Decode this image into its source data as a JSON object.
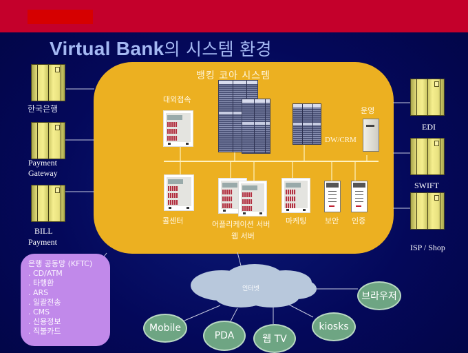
{
  "header": {
    "title_en": "Virtual  Bank",
    "title_ko": "의 시스템 환경"
  },
  "core_system": {
    "title": "뱅킹 코아 시스템",
    "labels": {
      "external_access": "대외접속",
      "operation": "운영",
      "dw_crm": "DW/CRM",
      "call_center": "콜센터",
      "app_server": "어플리케이션 서버",
      "web_server": "웹 서버",
      "marketing": "마케팅",
      "security": "보안",
      "auth": "인증"
    }
  },
  "left_nodes": [
    {
      "label": "한국은행"
    },
    {
      "label_line1": "Payment",
      "label_line2": "Gateway"
    },
    {
      "label_line1": "BILL",
      "label_line2": "Payment"
    }
  ],
  "right_nodes": [
    {
      "label": "EDI"
    },
    {
      "label": "SWIFT"
    },
    {
      "label": "ISP / Shop"
    }
  ],
  "kftc": {
    "title": "은행 공동망 (KFTC)",
    "items": [
      ". CD/ATM",
      ". 타행환",
      ". ARS",
      ". 일괄전송",
      ". CMS",
      ". 신용정보",
      ". 직불카드"
    ]
  },
  "internet": {
    "label": "인터넷",
    "clients": [
      "Mobile",
      "PDA",
      "웹 TV",
      "kiosks",
      "브라우저"
    ]
  },
  "colors": {
    "top_bar": "#c4002b",
    "background": "#04085a",
    "core_box": "#ecb021",
    "kftc_box": "#c189ea",
    "client_ellipse": "#6ea583",
    "cloud": "#b8c8dc",
    "title": "#a4b8f2"
  }
}
